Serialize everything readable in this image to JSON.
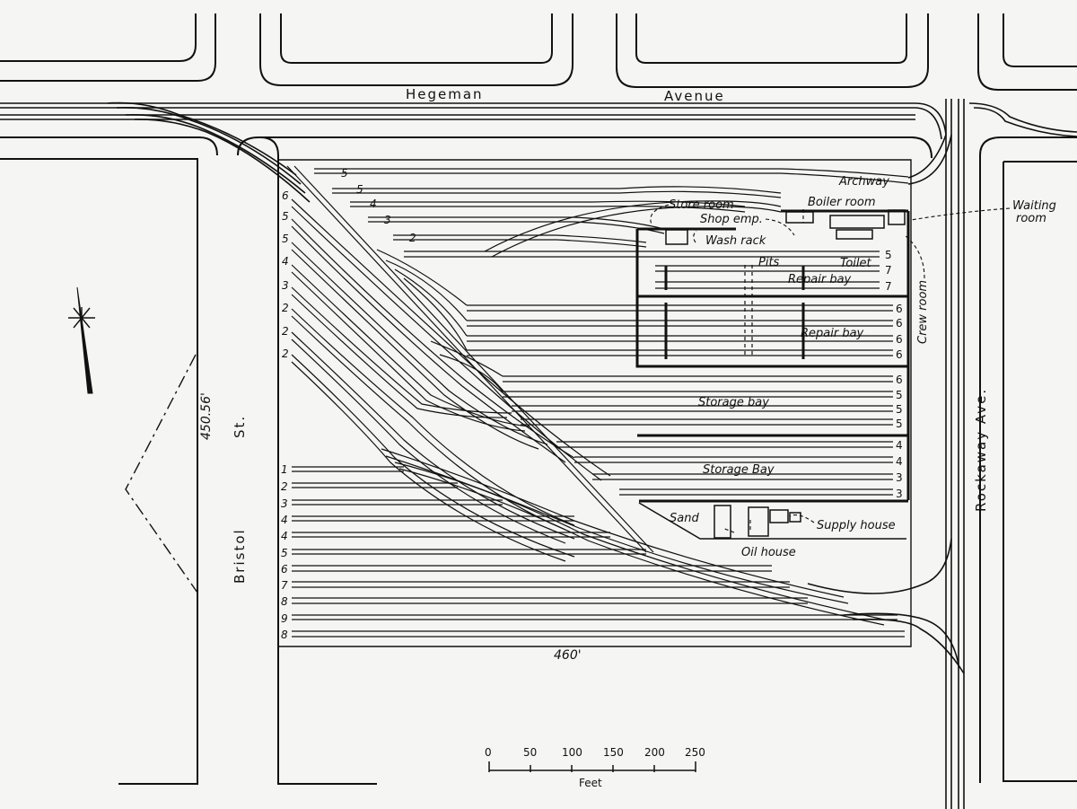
{
  "streets": {
    "hegeman": [
      "Hegeman",
      "Avenue"
    ],
    "bristol": [
      "Bristol",
      "St."
    ],
    "rockaway": "Rockaway Ave."
  },
  "dimensions": {
    "width": "460'",
    "height": "450.56'"
  },
  "labels": {
    "archway": "Archway",
    "store_room": "Store room",
    "boiler_room": "Boiler room",
    "waiting_room": [
      "Waiting",
      "room"
    ],
    "shop_emp": "Shop emp.",
    "wash_rack": "Wash rack",
    "pits": "Pits",
    "toilet": "Toilet",
    "repair_bay_1": "Repair bay",
    "repair_bay_2": "Repair bay",
    "crew_room": "Crew room",
    "storage_bay_1": "Storage bay",
    "storage_bay_2": "Storage Bay",
    "sand": "Sand",
    "supply_house": "Supply house",
    "oil_house": "Oil house"
  },
  "track_numbers": {
    "top_ladder": [
      "5",
      "5",
      "4",
      "3",
      "2"
    ],
    "left_diagonal": [
      "6",
      "5",
      "5",
      "4",
      "3",
      "2",
      "2",
      "2"
    ],
    "right_side": [
      "5",
      "7",
      "7",
      "6",
      "6",
      "6",
      "6",
      "6",
      "5",
      "5",
      "5",
      "4",
      "4",
      "3",
      "3"
    ],
    "bottom_left": [
      "1",
      "2",
      "3",
      "4",
      "4",
      "5",
      "6",
      "7",
      "8",
      "9",
      "8"
    ]
  },
  "scale": {
    "ticks": [
      "0",
      "50",
      "100",
      "150",
      "200",
      "250"
    ],
    "unit": "Feet"
  },
  "colors": {
    "ink": "#111111",
    "paper": "#f5f5f3"
  }
}
